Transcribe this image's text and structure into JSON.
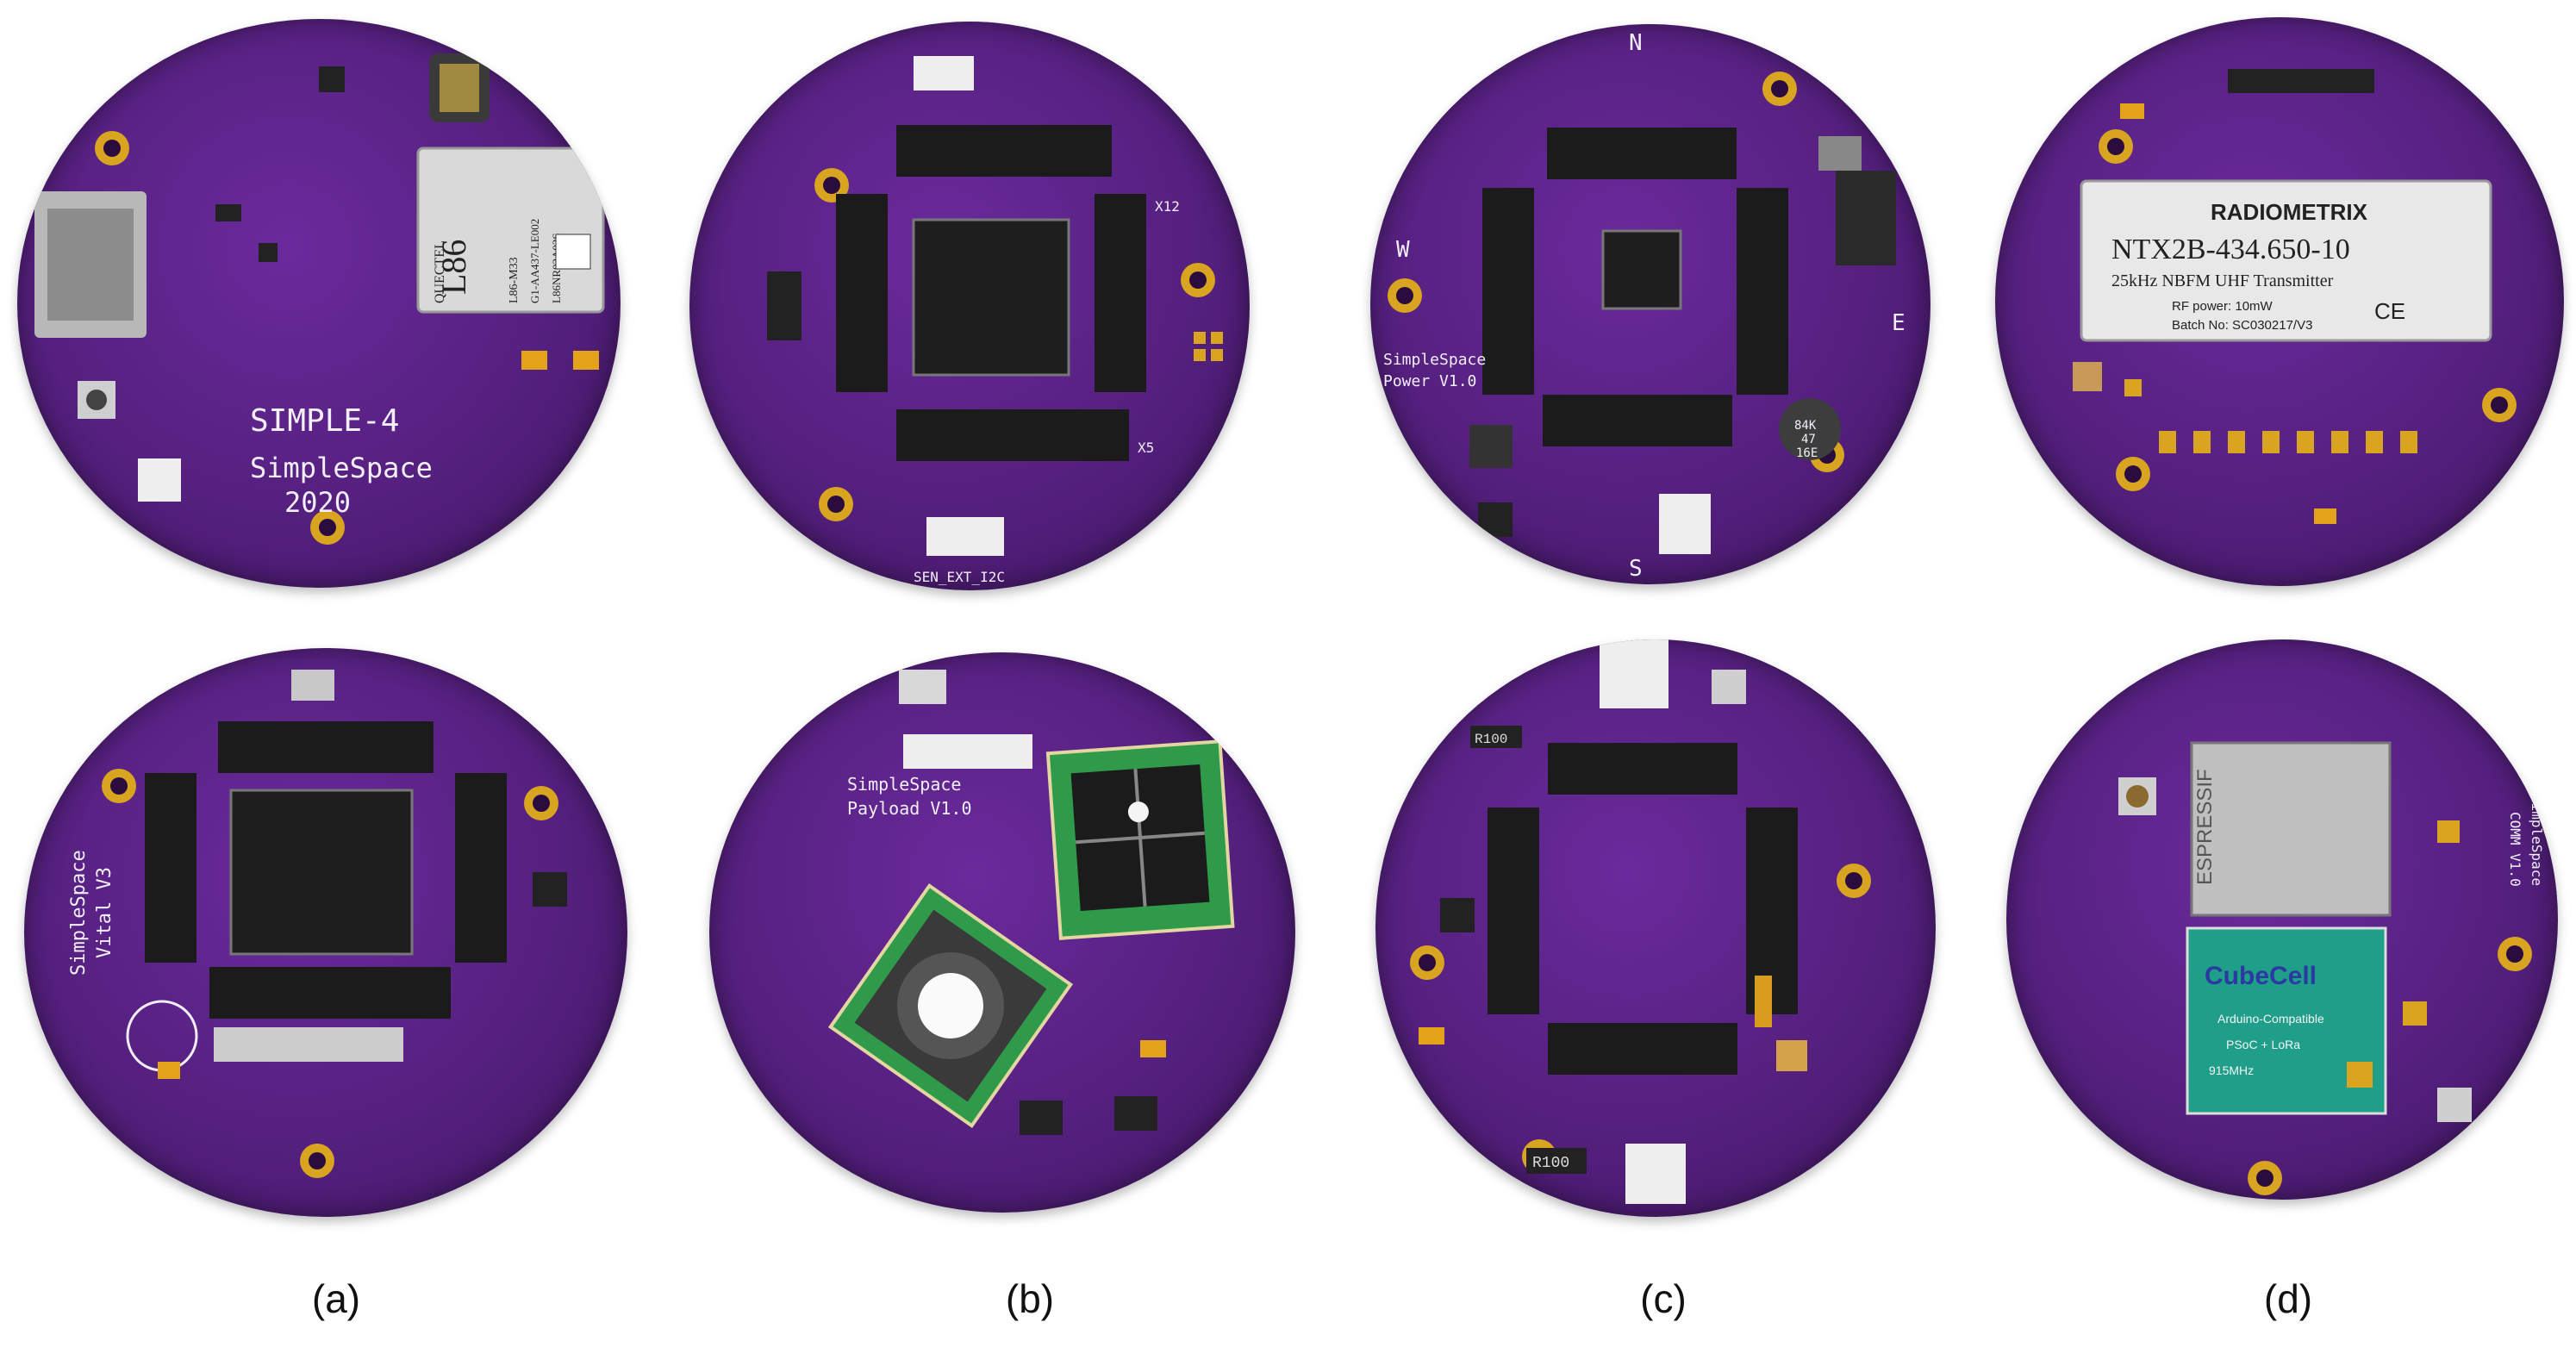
{
  "captions": {
    "a": "(a)",
    "b": "(b)",
    "c": "(c)",
    "d": "(d)"
  },
  "boards": {
    "a_top": {
      "title": "SIMPLE-4",
      "maker": "SimpleSpace",
      "year": "2020",
      "gps_label": "L86",
      "gps_brand": "QUECTEL",
      "gps_part": "L86-M33",
      "gps_rev": "G1-AA437-LE002",
      "gps_serial": "L86NR02A02S"
    },
    "a_bottom": {
      "label_line1": "SimpleSpace",
      "label_line2": "Vital V3"
    },
    "b_top": {
      "connector_label": "SEN_EXT_I2C",
      "header_label_1": "X12",
      "header_label_2": "X5"
    },
    "b_bottom": {
      "label_line1": "SimpleSpace",
      "label_line2": "Payload V1.0"
    },
    "c_top": {
      "label_line1": "SimpleSpace",
      "label_line2": "Power V1.0",
      "compass_n": "N",
      "compass_s": "S",
      "compass_e": "E",
      "compass_w": "W",
      "cap_text_1": "84K",
      "cap_text_2": "47",
      "cap_text_3": "16E"
    },
    "c_bottom": {
      "resistor_1": "R100",
      "resistor_2": "R100"
    },
    "d_top": {
      "brand": "RADIOMETRIX",
      "part": "NTX2B-434.650-10",
      "desc": "25kHz NBFM UHF Transmitter",
      "power": "RF power: 10mW",
      "batch": "Batch No: SC030217/V3",
      "marks": "CE"
    },
    "d_bottom": {
      "esp_brand": "ESPRESSIF",
      "cube_brand": "CubeCell",
      "cube_line1": "Arduino-Compatible",
      "cube_line2": "PSoC + LoRa",
      "cube_line3": "915MHz",
      "label_line1": "SimpleSpace",
      "label_line2": "COMM V1.0"
    }
  },
  "colors": {
    "pcb": "#55207f",
    "gold": "#d9a520",
    "silk": "#f2eefa",
    "header": "#1b1b1b",
    "sensor_green": "#2e9a4a"
  }
}
